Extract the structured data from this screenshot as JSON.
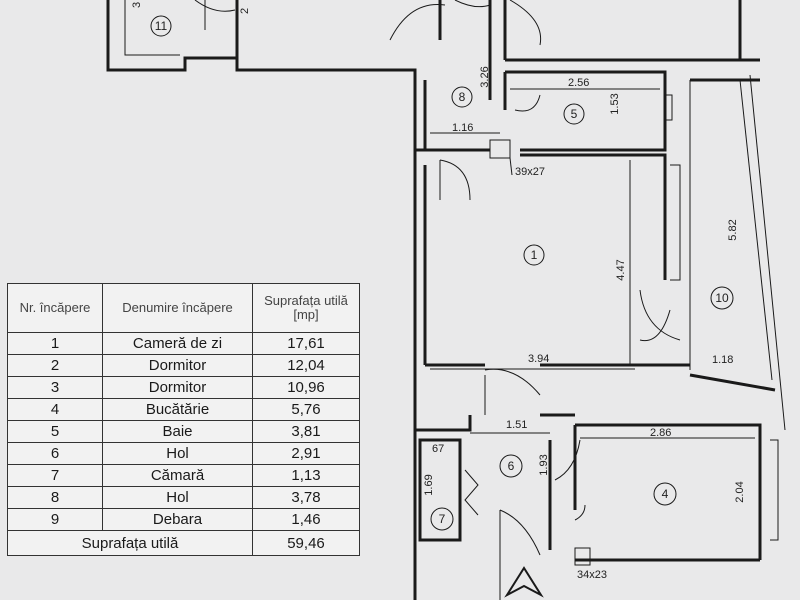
{
  "table": {
    "headers": [
      "Nr. încăpere",
      "Denumire încăpere",
      "Suprafața utilă [mp]"
    ],
    "rows": [
      {
        "nr": "1",
        "name": "Cameră de zi",
        "area": "17,61"
      },
      {
        "nr": "2",
        "name": "Dormitor",
        "area": "12,04"
      },
      {
        "nr": "3",
        "name": "Dormitor",
        "area": "10,96"
      },
      {
        "nr": "4",
        "name": "Bucătărie",
        "area": "5,76"
      },
      {
        "nr": "5",
        "name": "Baie",
        "area": "3,81"
      },
      {
        "nr": "6",
        "name": "Hol",
        "area": "2,91"
      },
      {
        "nr": "7",
        "name": "Cămară",
        "area": "1,13"
      },
      {
        "nr": "8",
        "name": "Hol",
        "area": "3,78"
      },
      {
        "nr": "9",
        "name": "Debara",
        "area": "1,46"
      }
    ],
    "total_label": "Suprafața utilă",
    "total_value": "59,46"
  },
  "plan": {
    "dimensions": {
      "d_326": "3.26",
      "d_256": "2.56",
      "d_153": "1.53",
      "d_116": "1.16",
      "d_39x27": "39x27",
      "d_447": "4.47",
      "d_582": "5.82",
      "d_394": "3.94",
      "d_118": "1.18",
      "d_151": "1.51",
      "d_286": "2.86",
      "d_67": "67",
      "d_169": "1.69",
      "d_193": "1.93",
      "d_204": "2.04",
      "d_34x23": "34x23",
      "d_top3": "3",
      "d_top2": "2"
    },
    "rooms": {
      "r1": "1",
      "r4": "4",
      "r5": "5",
      "r6": "6",
      "r7": "7",
      "r8": "8",
      "r10": "10",
      "r11": "11"
    }
  }
}
